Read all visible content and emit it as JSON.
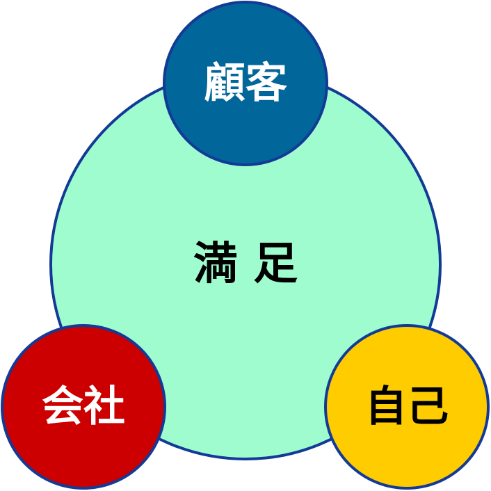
{
  "center": {
    "label": "満 足",
    "color": "#9ffccf",
    "text_color": "#000000"
  },
  "nodes": [
    {
      "id": "customer",
      "label": "顧客",
      "color": "#016699",
      "text_color": "#ffffff"
    },
    {
      "id": "company",
      "label": "会社",
      "color": "#cc0000",
      "text_color": "#ffffff"
    },
    {
      "id": "self",
      "label": "自己",
      "color": "#ffcc00",
      "text_color": "#000000"
    }
  ],
  "border_color": "#123a96"
}
